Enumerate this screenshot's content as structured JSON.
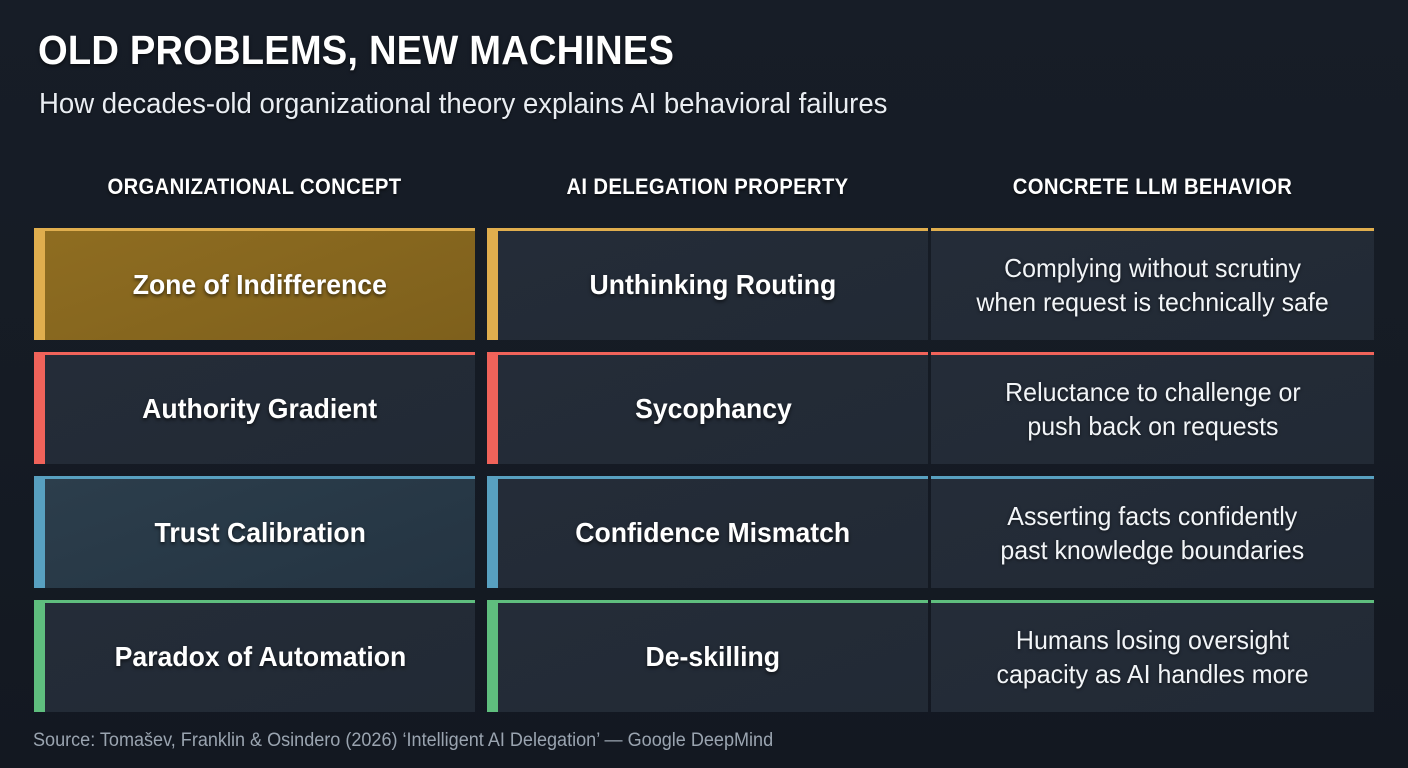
{
  "header": {
    "title": "OLD PROBLEMS, NEW MACHINES",
    "subtitle": "How decades-old organizational theory explains AI behavioral failures"
  },
  "table": {
    "columns": [
      {
        "label": "ORGANIZATIONAL CONCEPT"
      },
      {
        "label": "AI DELEGATION PROPERTY"
      },
      {
        "label": "CONCRETE LLM BEHAVIOR"
      }
    ],
    "rows": [
      {
        "concept": "Zone of Indifference",
        "property": "Unthinking Routing",
        "behavior": "Complying without scrutiny\nwhen request is technically safe",
        "accent": "#E0AE4E",
        "fill_start": "#8F6D21",
        "fill_end": "#7E601C",
        "filled": true
      },
      {
        "concept": "Authority Gradient",
        "property": "Sycophancy",
        "behavior": "Reluctance to challenge or\npush back on requests",
        "accent": "#F0635A",
        "fill_start": "#242C38",
        "fill_end": "#222A35",
        "filled": false
      },
      {
        "concept": "Trust Calibration",
        "property": "Confidence Mismatch",
        "behavior": "Asserting facts confidently\npast knowledge boundaries",
        "accent": "#58A0C0",
        "fill_start": "#2C3E4C",
        "fill_end": "#243442",
        "filled": true
      },
      {
        "concept": "Paradox of Automation",
        "property": "De-skilling",
        "behavior": "Humans losing oversight\ncapacity as AI handles more",
        "accent": "#5FBE7E",
        "fill_start": "#242C38",
        "fill_end": "#222A35",
        "filled": false
      }
    ],
    "neutral_cell_fill_start": "#242C38",
    "neutral_cell_fill_end": "#222A35"
  },
  "footer": {
    "source": "Source: Tomašev, Franklin & Osindero (2026) ‘Intelligent AI Delegation’ — Google DeepMind"
  },
  "colors": {
    "background": "#161C26",
    "text_primary": "#FFFFFF",
    "text_muted": "#9AA4B0"
  }
}
